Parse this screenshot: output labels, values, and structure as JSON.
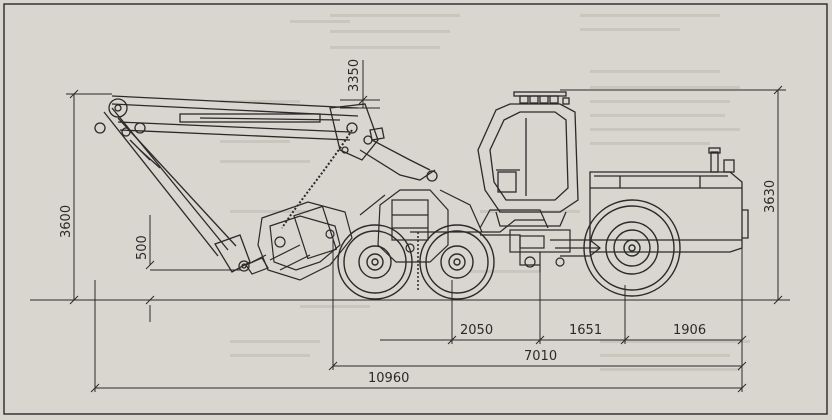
{
  "drawing": {
    "subject": "harvester-side-view",
    "dimensions": {
      "boom_top_height": "3350",
      "reach_height": "3600",
      "cab_height": "3630",
      "boom_low_height": "500",
      "rear_axle_spacing": "2050",
      "front_axle_distance": "1651",
      "front_overhang": "1906",
      "wheelbase_length": "7010",
      "total_length": "10960"
    }
  },
  "colors": {
    "paper": "#d9d6cf",
    "ink": "#2a2a2a",
    "ghost_text": "#b8b4ab"
  }
}
